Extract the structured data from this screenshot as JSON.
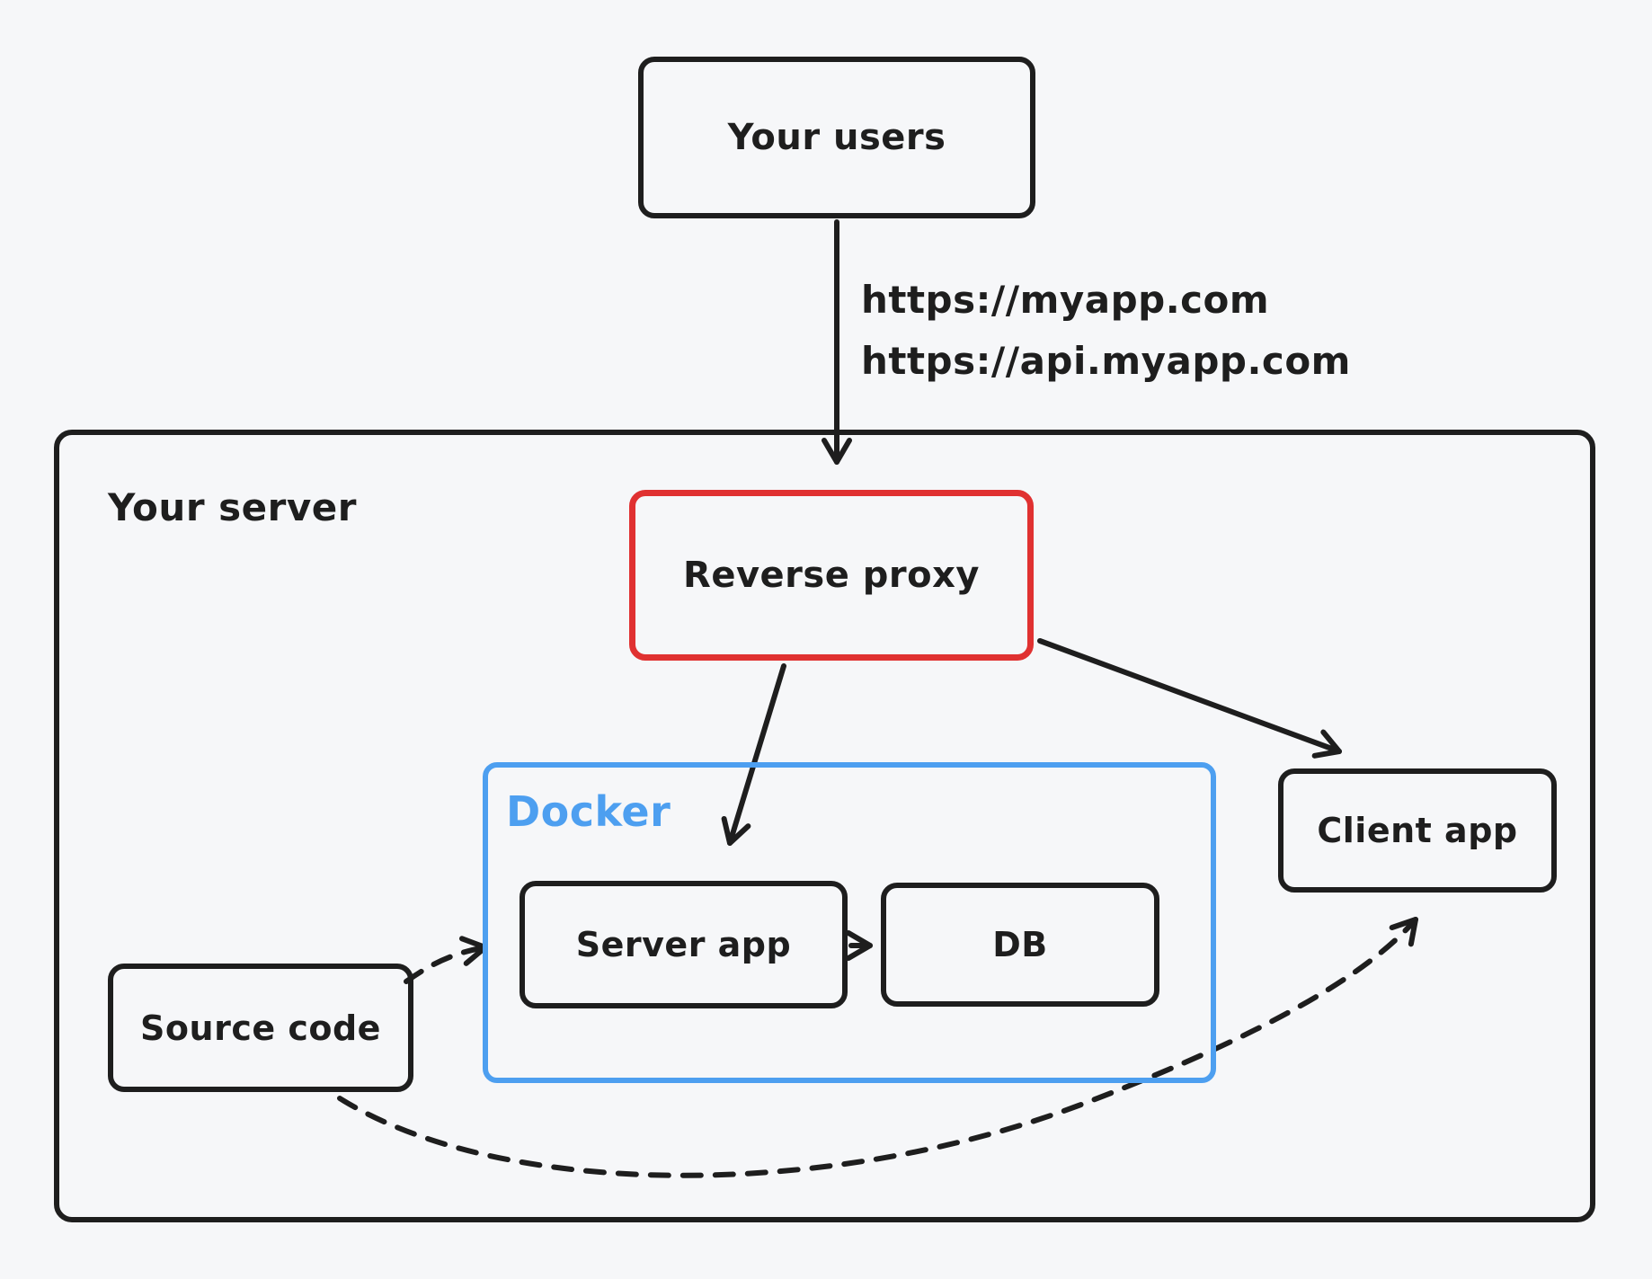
{
  "diagram": {
    "background": "#f6f7f9",
    "colors": {
      "stroke": "#1e1e1e",
      "reverse_proxy_border": "#e03131",
      "docker_border": "#4d9ff0",
      "docker_label": "#4d9ff0"
    },
    "nodes": {
      "your_users": "Your users",
      "your_server": "Your server",
      "reverse_proxy": "Reverse proxy",
      "docker": "Docker",
      "server_app": "Server app",
      "db": "DB",
      "client_app": "Client app",
      "source_code": "Source code"
    },
    "edge_labels": {
      "url_line1": "https://myapp.com",
      "url_line2": "https://api.myapp.com"
    },
    "edges": [
      {
        "from": "your_users",
        "to": "reverse_proxy",
        "style": "solid",
        "label": "https://myapp.com / https://api.myapp.com"
      },
      {
        "from": "reverse_proxy",
        "to": "server_app",
        "style": "solid",
        "label": ""
      },
      {
        "from": "reverse_proxy",
        "to": "client_app",
        "style": "solid",
        "label": ""
      },
      {
        "from": "server_app",
        "to": "db",
        "style": "solid",
        "label": ""
      },
      {
        "from": "source_code",
        "to": "server_app",
        "style": "dashed",
        "label": ""
      },
      {
        "from": "source_code",
        "to": "client_app",
        "style": "dashed",
        "label": ""
      }
    ]
  }
}
